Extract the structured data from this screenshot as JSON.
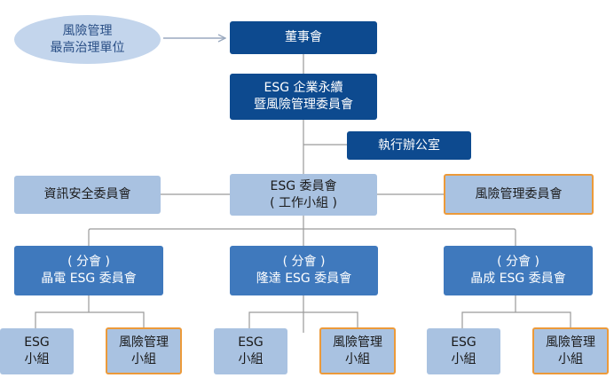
{
  "oval": {
    "line1": "風險管理",
    "line2": "最高治理單位"
  },
  "board": "董事會",
  "esg_risk_committee": {
    "line1": "ESG 企業永續",
    "line2": "暨風險管理委員會"
  },
  "executive_office": "執行辦公室",
  "info_security_committee": "資訊安全委員會",
  "esg_committee": {
    "line1": "ESG 委員會",
    "line2": "( 工作小組 )"
  },
  "risk_management_committee": "風險管理委員會",
  "branches": [
    {
      "line1": "( 分會 )",
      "line2": "晶電 ESG 委員會",
      "esg_group": {
        "line1": "ESG",
        "line2": "小組"
      },
      "risk_group": {
        "line1": "風險管理",
        "line2": "小組"
      }
    },
    {
      "line1": "( 分會 )",
      "line2": "隆達 ESG 委員會",
      "esg_group": {
        "line1": "ESG",
        "line2": "小組"
      },
      "risk_group": {
        "line1": "風險管理",
        "line2": "小組"
      }
    },
    {
      "line1": "( 分會 )",
      "line2": "晶成 ESG 委員會",
      "esg_group": {
        "line1": "ESG",
        "line2": "小組"
      },
      "risk_group": {
        "line1": "風險管理",
        "line2": "小組"
      }
    }
  ],
  "colors": {
    "dark": "#0d4a8f",
    "mid": "#3f79bd",
    "light": "#a9c2e1",
    "oval": "#c3d5ec",
    "highlight_border": "#ec9a3a",
    "connector": "#9a9a9a"
  }
}
